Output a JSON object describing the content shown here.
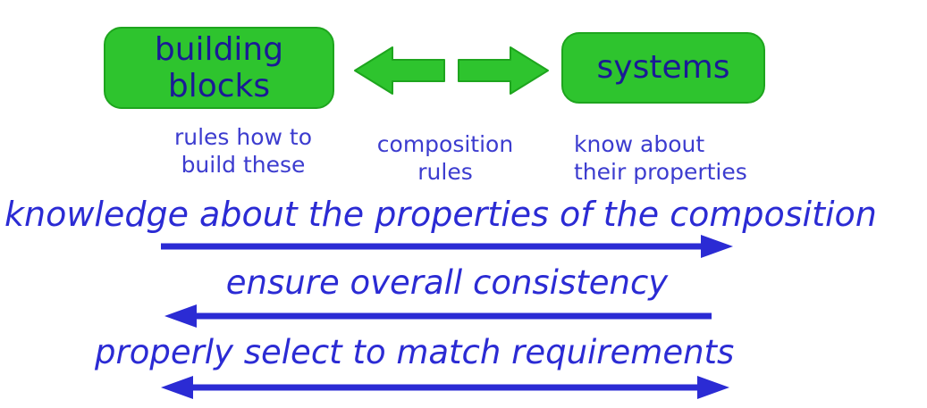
{
  "colors": {
    "box_fill": "#2ec42e",
    "box_border": "#1ea51e",
    "box_text": "#1a1a96",
    "label_text": "#3c3ccf",
    "flow_text": "#2b2bd4",
    "arrow_blue": "#2b2bd4",
    "arrow_green_fill": "#2ec42e",
    "arrow_green_border": "#1ea51e"
  },
  "boxes": {
    "building_blocks": {
      "label": "building\nblocks"
    },
    "systems": {
      "label": "systems"
    }
  },
  "labels": {
    "under_building_blocks": "rules how to\nbuild these",
    "between_boxes": "composition\nrules",
    "under_systems": "know about\ntheir properties"
  },
  "flows": [
    {
      "text": "knowledge about the properties of the composition",
      "direction": "right"
    },
    {
      "text": "ensure overall consistency",
      "direction": "left"
    },
    {
      "text": "properly select to match requirements",
      "direction": "both"
    }
  ]
}
